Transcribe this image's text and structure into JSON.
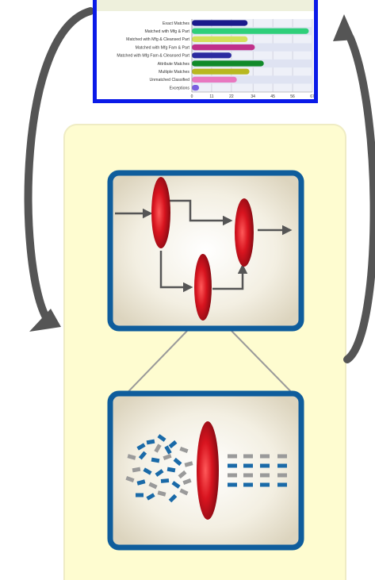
{
  "chart_data": {
    "type": "bar",
    "orientation": "horizontal",
    "categories": [
      "Exact Matches",
      "Matched with Mfg & Part",
      "Matched with Mfg & Cleansed Part",
      "Matched with Mfg Fam & Part",
      "Matched with Mfg Fam & Cleansed Part",
      "Attribute Matches",
      "Multiple Matches",
      "Unmatched Classified",
      "Exceptions"
    ],
    "values": [
      31,
      65,
      31,
      35,
      22,
      40,
      32,
      25,
      4
    ],
    "bar_colors": [
      "#1a1a8c",
      "#2fcf7a",
      "#d4e05a",
      "#c0308a",
      "#2a2aa0",
      "#118a2a",
      "#b8b820",
      "#e878c0",
      "#7a60e0"
    ],
    "x_ticks": [
      "0",
      "11",
      "22",
      "34",
      "45",
      "56",
      "67"
    ],
    "xlim": [
      0,
      67
    ],
    "grid": true,
    "frame_color": "#0a1ae8"
  },
  "colors": {
    "panel_fill": "#fefcd0",
    "panel_border": "#efecc4",
    "box_border": "#0f5d9c",
    "lens_red": "#c8101e",
    "arrow_gray": "#555555",
    "dash_blue": "#1a6aa8",
    "dash_gray": "#9a9a9a"
  }
}
